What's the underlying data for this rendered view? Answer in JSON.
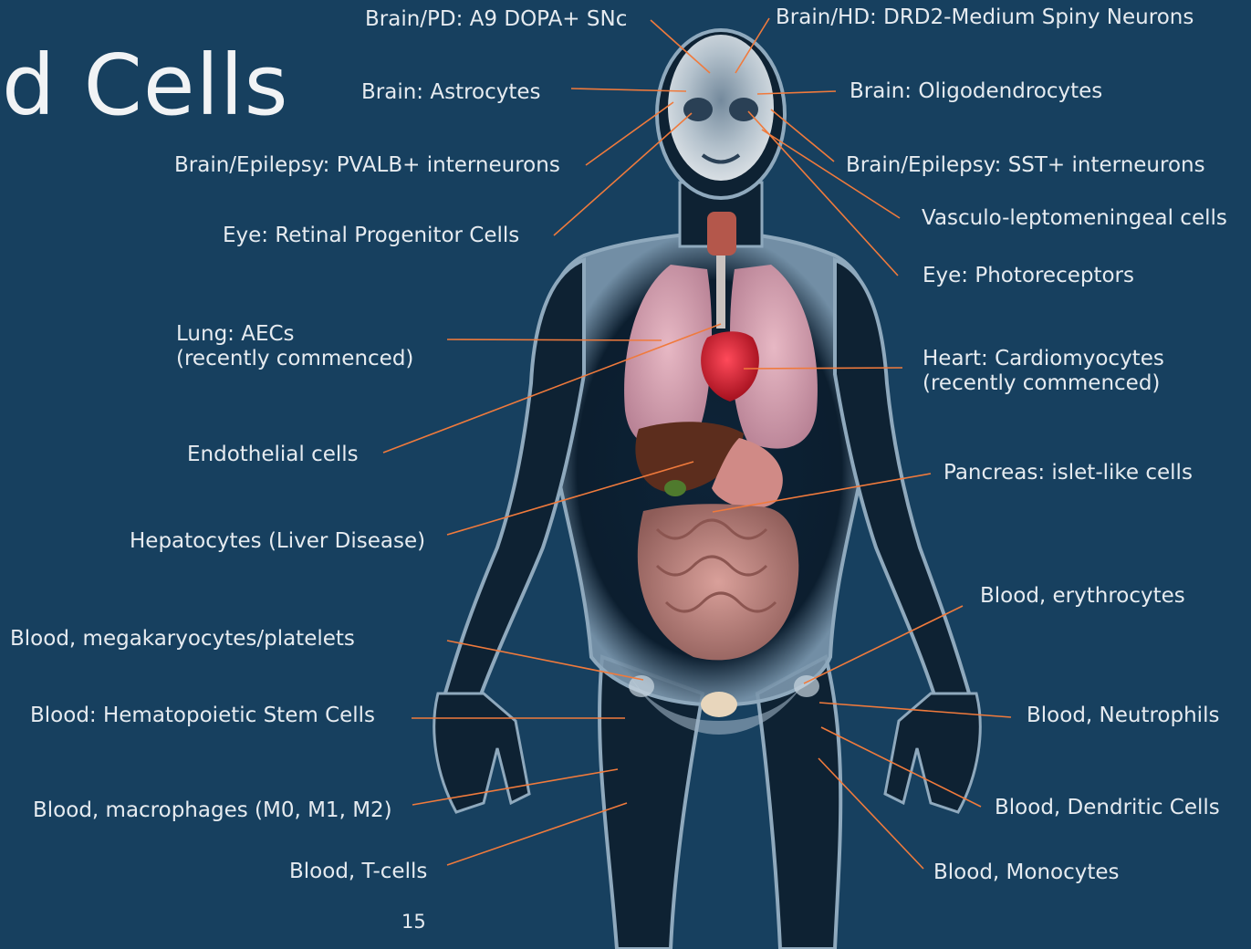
{
  "title": "d Cells",
  "page_number": "15",
  "colors": {
    "background": "#17405f",
    "leader_line": "#f07a3c",
    "label_text": "#e6ebf0"
  },
  "labels": {
    "brain_pd": "Brain/PD: A9 DOPA+ SNc",
    "brain_hd": "Brain/HD: DRD2-Medium Spiny Neurons",
    "brain_astro": "Brain: Astrocytes",
    "brain_oligo": "Brain: Oligodendrocytes",
    "brain_pvalb": "Brain/Epilepsy: PVALB+ interneurons",
    "brain_sst": "Brain/Epilepsy: SST+ interneurons",
    "vlmc": "Vasculo-leptomeningeal cells",
    "eye_rpc": "Eye: Retinal Progenitor Cells",
    "eye_photo": "Eye: Photoreceptors",
    "lung_line1": "Lung: AECs",
    "lung_line2": "(recently commenced)",
    "heart_line1": "Heart: Cardiomyocytes",
    "heart_line2": "(recently commenced)",
    "endothelial": "Endothelial cells",
    "pancreas": "Pancreas: islet-like cells",
    "hepatocytes": "Hepatocytes (Liver Disease)",
    "erythrocytes": "Blood, erythrocytes",
    "megakaryocytes": "Blood, megakaryocytes/platelets",
    "neutrophils": "Blood, Neutrophils",
    "hsc": "Blood: Hematopoietic Stem Cells",
    "dendritic": "Blood, Dendritic Cells",
    "macrophages": "Blood, macrophages (M0, M1, M2)",
    "monocytes": "Blood, Monocytes",
    "tcells": "Blood, T-cells"
  }
}
